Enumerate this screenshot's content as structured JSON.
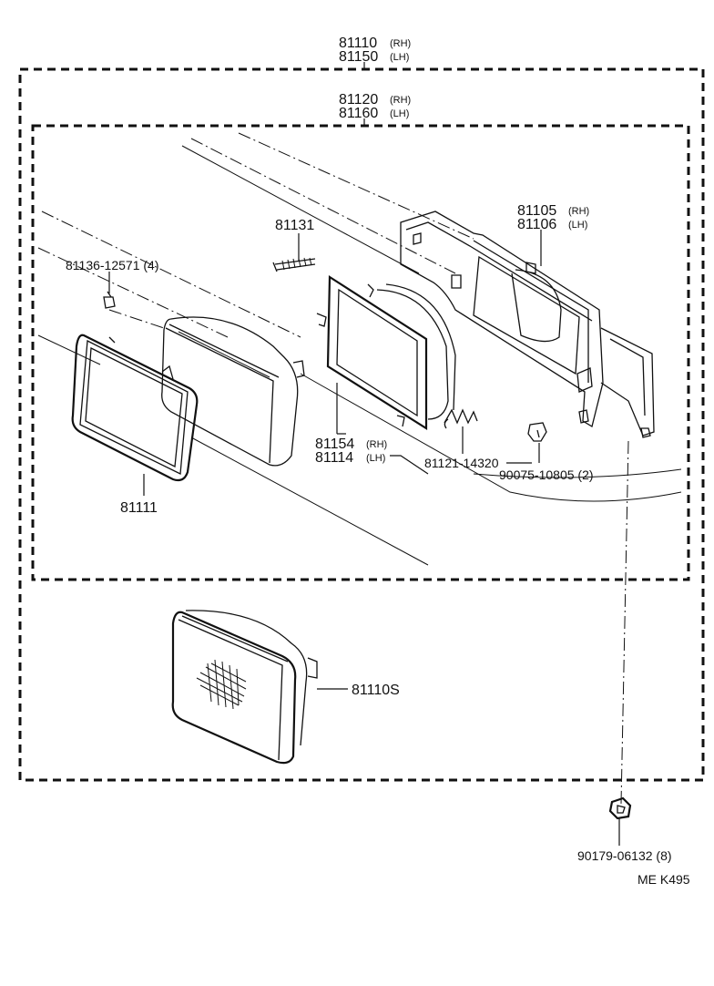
{
  "labels": {
    "assy_outer_rh": "81110",
    "assy_outer_rh_side": "(RH)",
    "assy_outer_lh": "81150",
    "assy_outer_lh_side": "(LH)",
    "assy_inner_rh": "81120",
    "assy_inner_rh_side": "(RH)",
    "assy_inner_lh": "81160",
    "assy_inner_lh_side": "(LH)",
    "screw": "81131",
    "screw_small": "81136-12571 (4)",
    "bracket_rh": "81105",
    "bracket_rh_side": "(RH)",
    "bracket_lh": "81106",
    "bracket_lh_side": "(LH)",
    "door_ring": "81111",
    "housing_rh": "81154",
    "housing_rh_side": "(RH)",
    "housing_lh": "81114",
    "housing_lh_side": "(LH)",
    "spring": "81121-14320",
    "clip": "90075-10805 (2)",
    "sealed_beam": "81110S",
    "nut": "90179-06132 (8)",
    "ref_code": "ME  K495"
  }
}
